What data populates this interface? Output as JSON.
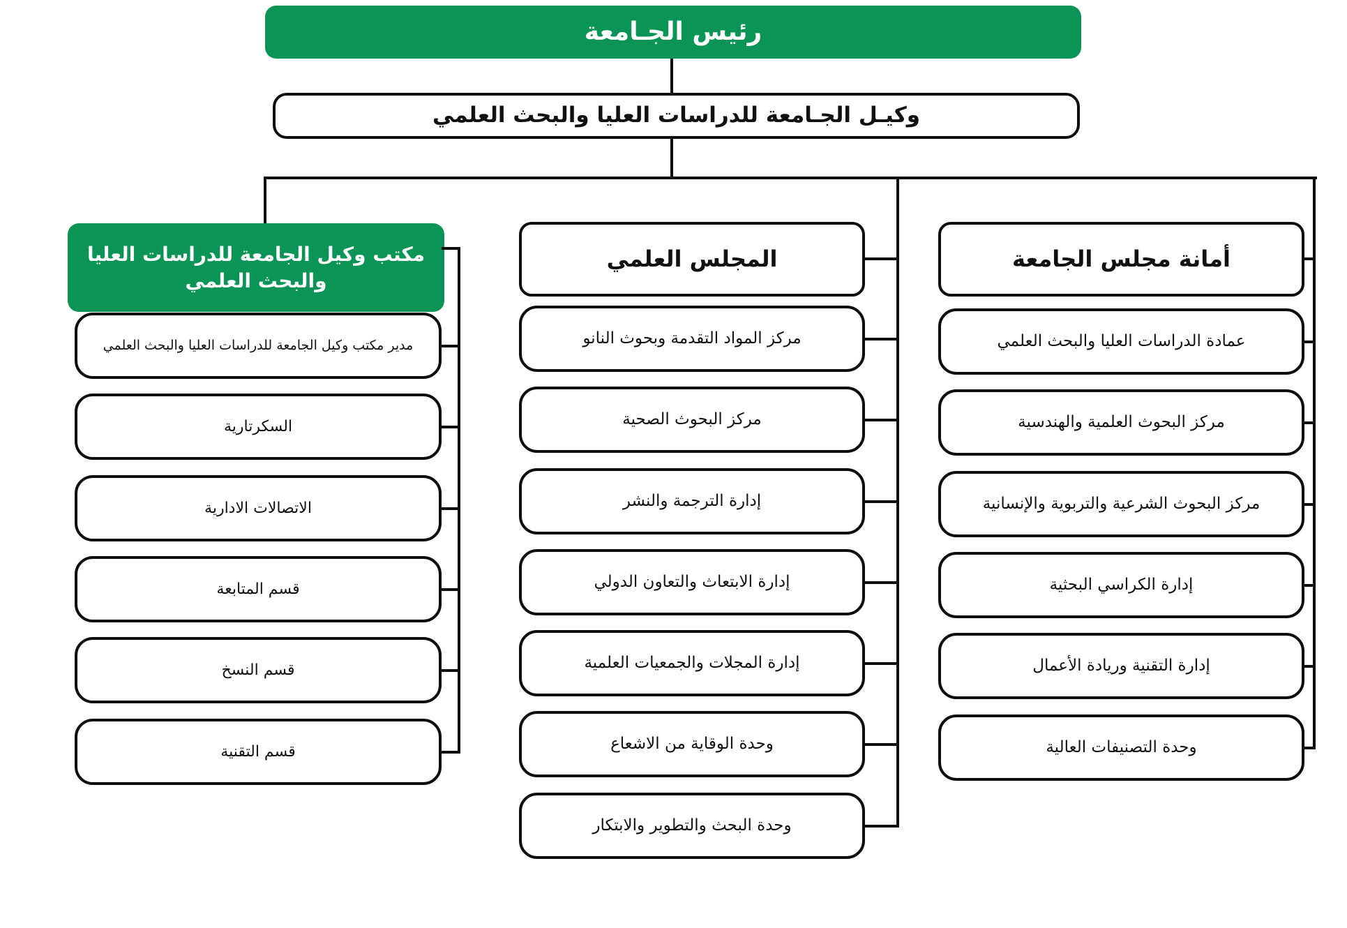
{
  "root": {
    "label": "رئيس الجـامعة"
  },
  "vp": {
    "label": "وكيـل الجـامعة للدراسات العليا والبحث العلمي"
  },
  "colors": {
    "accent_green": "#0a9456",
    "line": "#0d0d0d",
    "box_border": "#0d0d0d",
    "background": "#ffffff"
  },
  "columns": [
    {
      "id": "vp-office",
      "header": "مكتب وكيل الجامعة للدراسات العليا والبحث العلمي",
      "header_style": "green",
      "children": [
        "مدير مكتب وكيل الجامعة للدراسات العليا والبحث العلمي",
        "السكرتارية",
        "الاتصالات الادارية",
        "قسم المتابعة",
        "قسم النسخ",
        "قسم التقنية"
      ]
    },
    {
      "id": "scientific-council",
      "header": "المجلس العلمي",
      "header_style": "outline",
      "children": [
        "مركز المواد التقدمة وبحوث النانو",
        "مركز البحوث الصحية",
        "إدارة الترجمة والنشر",
        "إدارة الابتعاث والتعاون الدولي",
        "إدارة المجلات والجمعيات العلمية",
        "وحدة الوقاية من الاشعاع",
        "وحدة البحث والتطوير والابتكار"
      ]
    },
    {
      "id": "council-secretariat",
      "header": "أمانة مجلس الجامعة",
      "header_style": "outline",
      "children": [
        "عمادة الدراسات العليا والبحث العلمي",
        "مركز البحوث العلمية والهندسية",
        "مركز البحوث الشرعية والتربوية والإنسانية",
        "إدارة الكراسي البحثية",
        "إدارة التقنية وريادة الأعمال",
        "وحدة التصنيفات العالية"
      ]
    }
  ]
}
